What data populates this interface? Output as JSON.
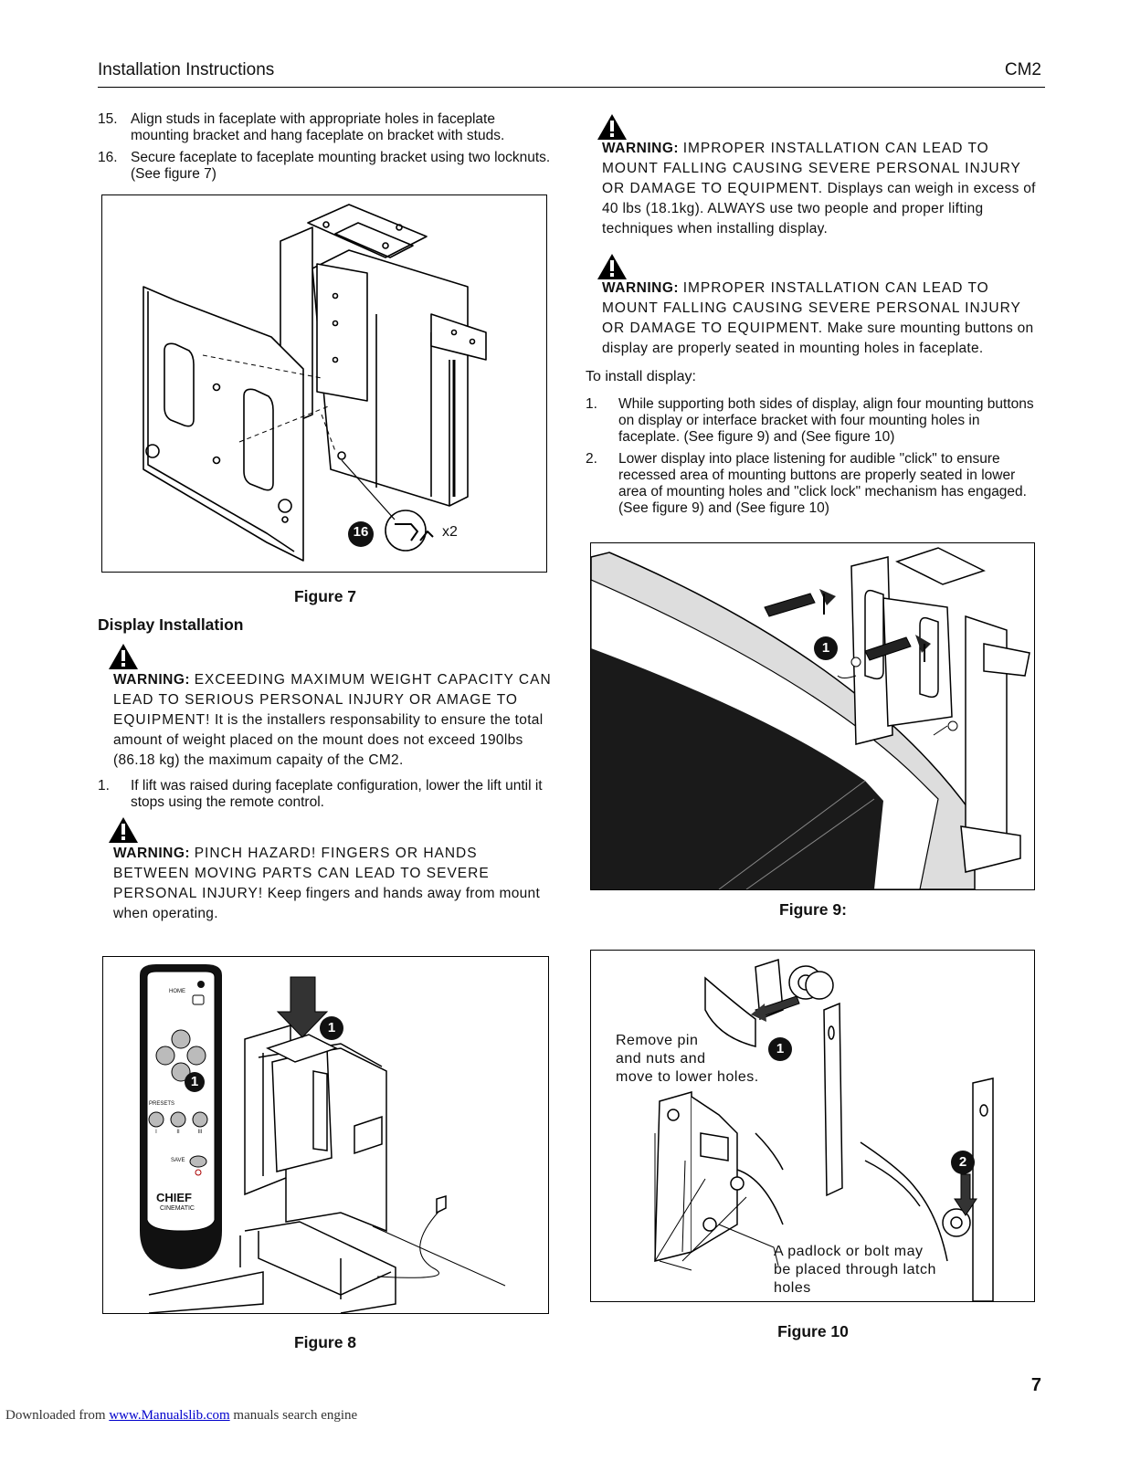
{
  "header": {
    "left": "Installation Instructions",
    "right": "CM2"
  },
  "col1": {
    "steps": [
      {
        "num": "15.",
        "text": "Align studs in faceplate with appropriate holes in faceplate mounting bracket and hang faceplate on bracket with studs."
      },
      {
        "num": "16.",
        "text": "Secure faceplate to faceplate mounting bracket using two locknuts. (See figure 7)"
      }
    ],
    "fig7": {
      "caption": "Figure 7",
      "badge": "16",
      "count": "x2"
    },
    "section_heading": "Display Installation",
    "warning1": {
      "label": "WARNING:",
      "caps": "EXCEEDING MAXIMUM WEIGHT CAPACITY CAN LEAD TO SERIOUS PERSONAL INJURY OR AMAGE TO EQUIPMENT!",
      "text": " It is the installers responsability to ensure the total amount of weight placed on the mount does not exceed 190lbs (86.18 kg) the maximum capaity of the CM2."
    },
    "step1": {
      "num": "1.",
      "text": "If lift was raised during faceplate configuration, lower the lift until it stops using the remote control."
    },
    "warning2": {
      "label": "WARNING:",
      "caps": "PINCH HAZARD! FINGERS OR HANDS BETWEEN MOVING PARTS CAN LEAD TO SEVERE PERSONAL INJURY!",
      "text": " Keep fingers and hands away from mount when operating."
    },
    "fig8": {
      "caption": "Figure 8",
      "badge": "1",
      "remote": {
        "home": "HOME",
        "presets": "PRESETS",
        "p1": "I",
        "p2": "II",
        "p3": "III",
        "save": "SAVE",
        "brand": "CHIEF",
        "sub": "CINEMATIC"
      }
    }
  },
  "col2": {
    "warning3": {
      "label": "WARNING:",
      "caps": "IMPROPER INSTALLATION CAN LEAD TO MOUNT FALLING CAUSING SEVERE PERSONAL INJURY OR DAMAGE TO EQUIPMENT.",
      "text": " Displays can weigh in excess of 40 lbs (18.1kg). ALWAYS use two people and proper lifting techniques when installing display."
    },
    "warning4": {
      "label": "WARNING:",
      "caps": "IMPROPER INSTALLATION CAN LEAD TO MOUNT FALLING CAUSING SEVERE PERSONAL INJURY OR DAMAGE TO EQUIPMENT.",
      "text": " Make sure mounting buttons on display are properly seated in mounting holes in faceplate."
    },
    "intro": "To install display:",
    "steps": [
      {
        "num": "1.",
        "text": "While supporting both sides of display, align four mounting buttons on display or interface bracket with four mounting holes in faceplate. (See figure 9) and (See figure 10)"
      },
      {
        "num": "2.",
        "text": "Lower display into place listening for audible \"click\" to ensure recessed area of mounting buttons are properly seated in lower area of mounting holes and \"click lock\" mechanism has engaged. (See figure 9) and (See figure 10)"
      }
    ],
    "fig9": {
      "caption": "Figure 9:",
      "badge": "1"
    },
    "fig10": {
      "caption": "Figure 10",
      "badge1": "1",
      "badge2": "2",
      "label1": [
        "Remove pin",
        "and nuts and",
        "move to lower holes."
      ],
      "label2": [
        "A padlock or bolt may",
        "be placed through latch",
        "holes"
      ]
    }
  },
  "page_number": "7",
  "footer": {
    "prefix": "Downloaded from ",
    "link": "www.Manualslib.com",
    "suffix": " manuals search engine"
  }
}
